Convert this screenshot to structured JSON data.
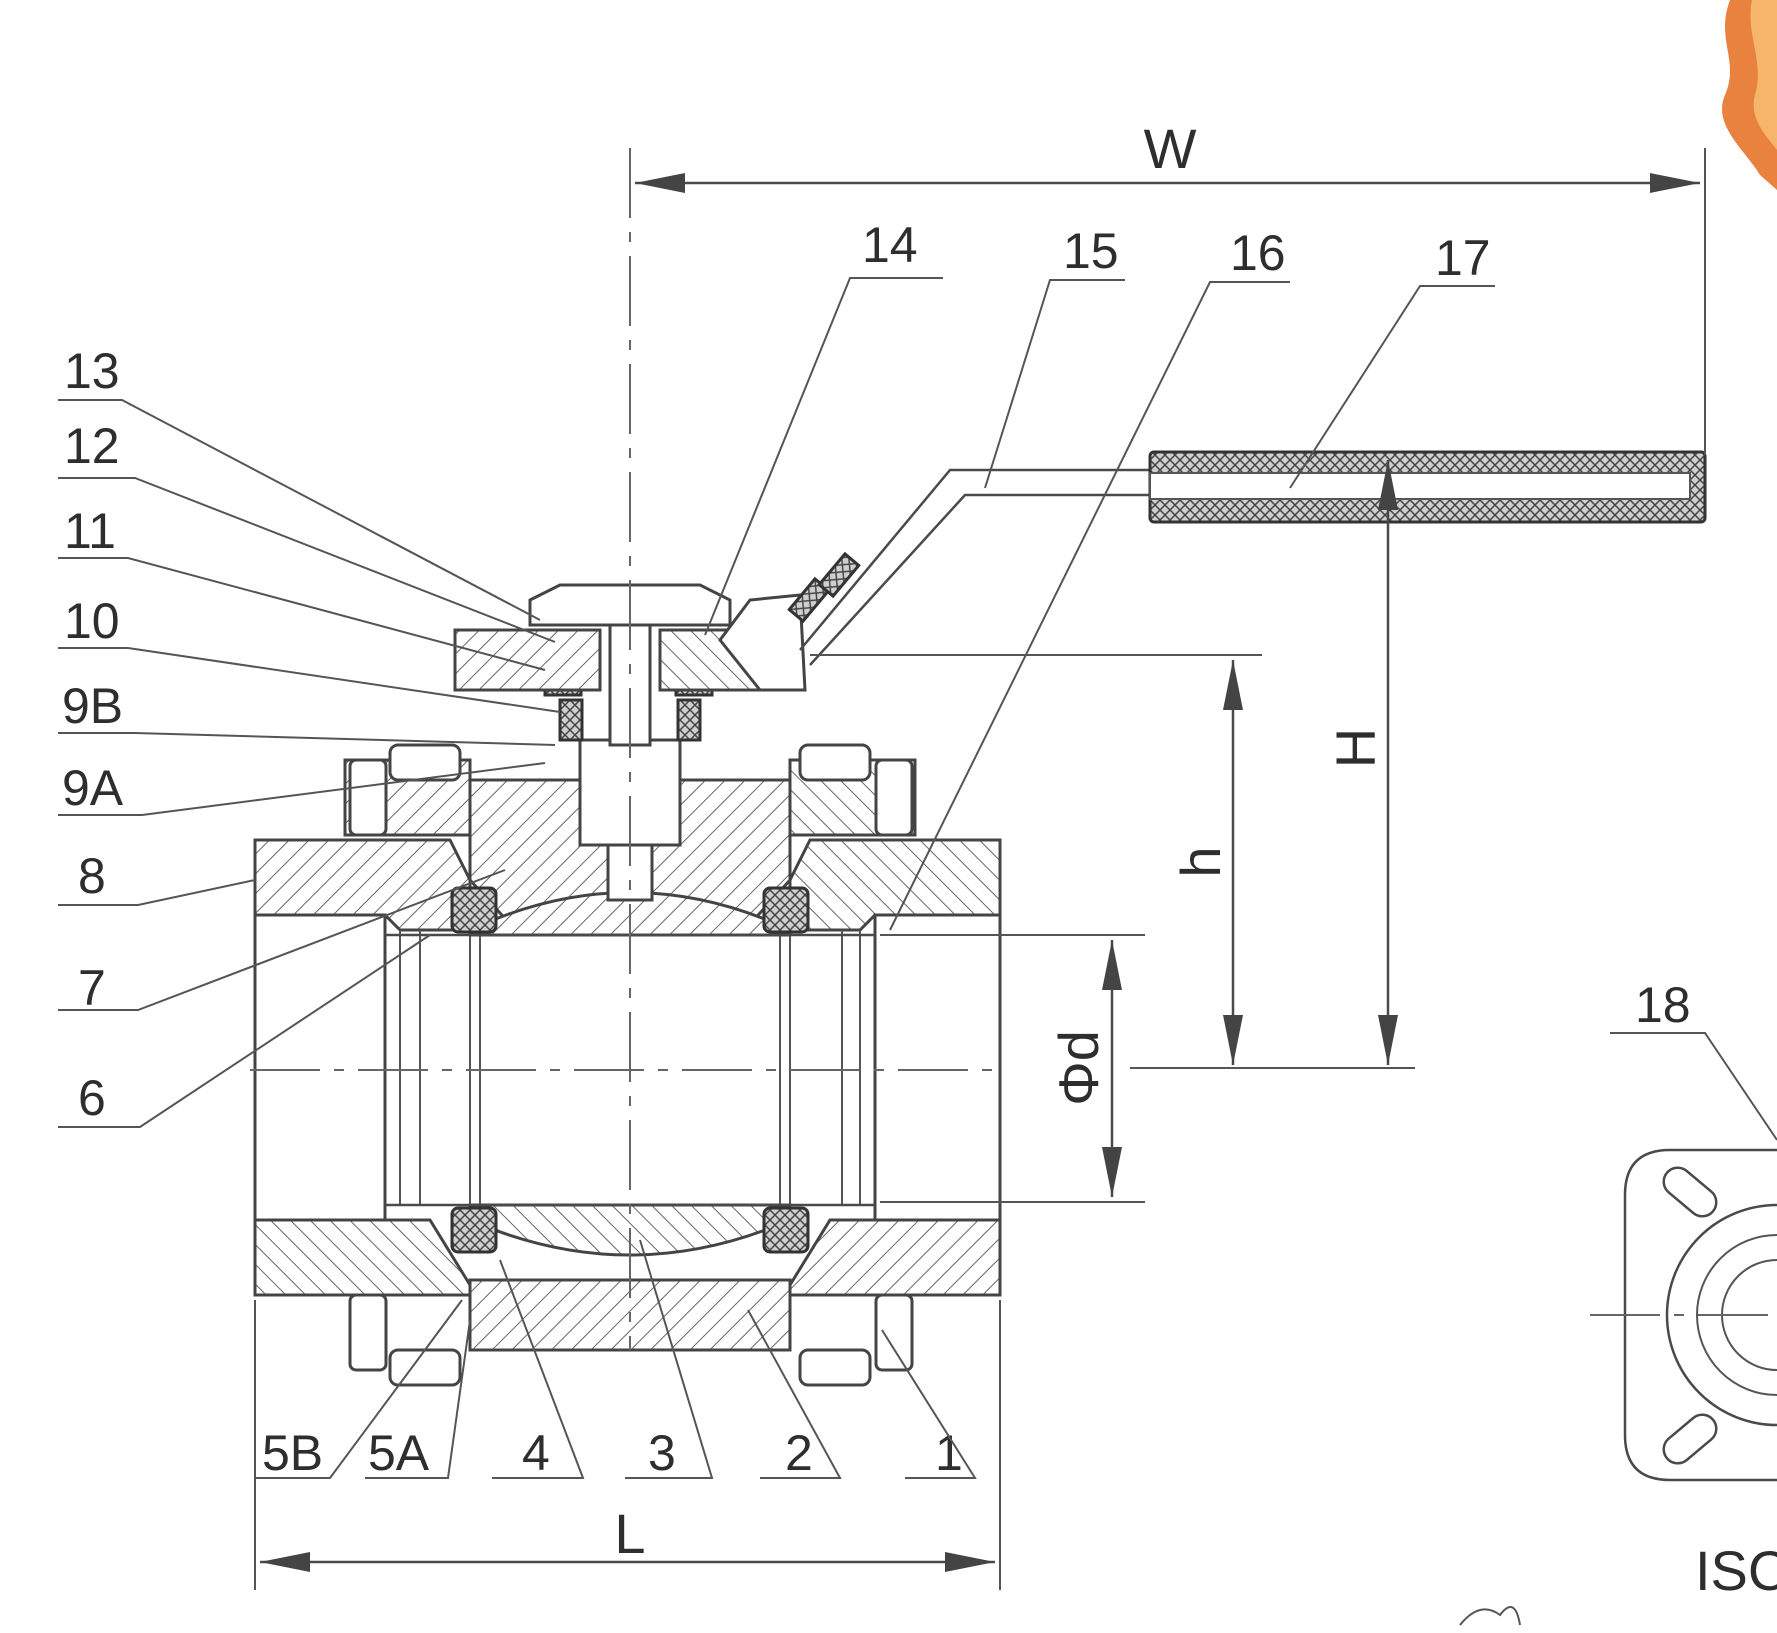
{
  "labels": {
    "p1": "1",
    "p2": "2",
    "p3": "3",
    "p4": "4",
    "p5a": "5A",
    "p5b": "5B",
    "p6": "6",
    "p7": "7",
    "p8": "8",
    "p9a": "9A",
    "p9b": "9B",
    "p10": "10",
    "p11": "11",
    "p12": "12",
    "p13": "13",
    "p14": "14",
    "p15": "15",
    "p16": "16",
    "p17": "17",
    "p18": "18"
  },
  "dimensions": {
    "w": "W",
    "l": "L",
    "h_upper": "H",
    "h_lower": "h",
    "bore": "Φd"
  },
  "partial_text": "ISC",
  "colors": {
    "line": "#4a4a4a",
    "text": "#2e2e2e",
    "flame": "#e8742a"
  }
}
